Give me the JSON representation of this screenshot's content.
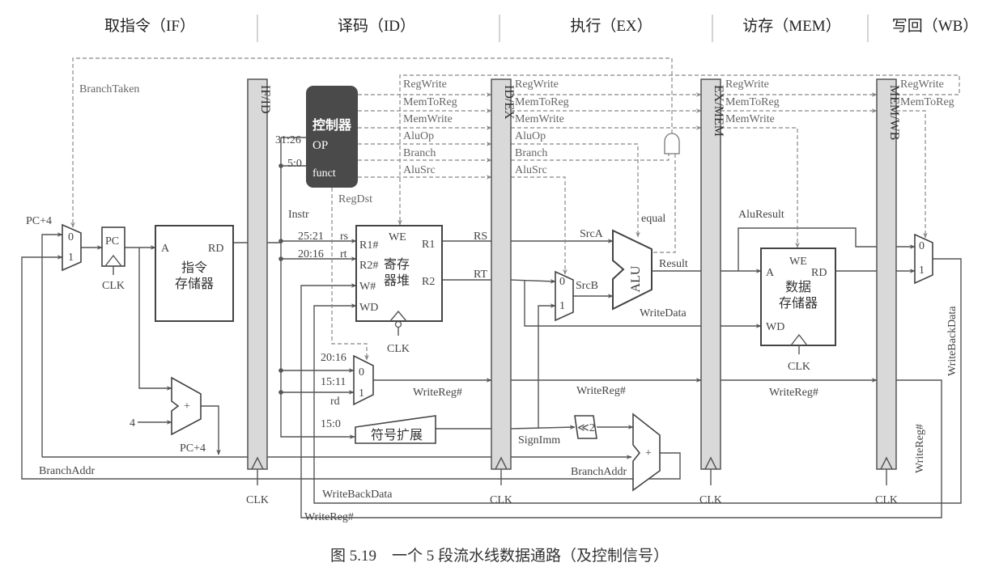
{
  "stages": [
    "取指令（IF）",
    "译码（ID）",
    "执行（EX）",
    "访存（MEM）",
    "写回（WB）"
  ],
  "pipeline_registers": [
    "IF/ID",
    "ID/EX",
    "EX/MEM",
    "MEM/WB"
  ],
  "clk": "CLK",
  "controller": {
    "title": "控制器",
    "op": "OP",
    "funct": "funct",
    "op_bits": "31:26",
    "funct_bits": "5:0"
  },
  "control_signals": {
    "id": [
      "RegWrite",
      "MemToReg",
      "MemWrite",
      "AluOp",
      "Branch",
      "AluSrc"
    ],
    "ex": [
      "RegWrite",
      "MemToReg",
      "MemWrite",
      "AluOp",
      "Branch",
      "AluSrc"
    ],
    "mem": [
      "RegWrite",
      "MemToReg",
      "MemWrite"
    ],
    "wb": [
      "RegWrite",
      "MemToReg"
    ],
    "regdst": "RegDst",
    "branch_taken": "BranchTaken",
    "equal": "equal"
  },
  "fetch": {
    "pc_plus4": "PC+4",
    "pc": "PC",
    "mux0": "0",
    "mux1": "1",
    "imem_a": "A",
    "imem_rd": "RD",
    "imem_name": [
      "指令",
      "存储器"
    ],
    "four": "4",
    "plus": "+",
    "pc_plus4_out": "PC+4",
    "branch_addr": "BranchAddr"
  },
  "decode": {
    "instr": "Instr",
    "f_rs": "25:21",
    "rs": "rs",
    "f_rt": "20:16",
    "rt": "rt",
    "rf_r1n": "R1#",
    "rf_r2n": "R2#",
    "rf_wn": "W#",
    "rf_wd": "WD",
    "rf_we": "WE",
    "rf_r1": "R1",
    "rf_r2": "R2",
    "rf_name": [
      "寄存",
      "器堆"
    ],
    "mux_in0": "20:16",
    "mux_in1": "15:11",
    "rd": "rd",
    "m0": "0",
    "m1": "1",
    "imm_bits": "15:0",
    "sign_ext": "符号扩展",
    "write_reg": "WriteReg#",
    "write_back": "WriteBackData",
    "write_reg_back": "WriteReg#"
  },
  "execute": {
    "rs": "RS",
    "rt": "RT",
    "srca": "SrcA",
    "srcb": "SrcB",
    "alu": "ALU",
    "result": "Result",
    "write_data": "WriteData",
    "sign_imm": "SignImm",
    "shift": "≪2",
    "plus": "+",
    "branch_addr": "BranchAddr",
    "write_reg": "WriteReg#",
    "m0": "0",
    "m1": "1"
  },
  "memory": {
    "alu_result": "AluResult",
    "we": "WE",
    "a": "A",
    "rd": "RD",
    "wd": "WD",
    "name": [
      "数据",
      "存储器"
    ],
    "write_reg": "WriteReg#"
  },
  "writeback": {
    "m0": "0",
    "m1": "1",
    "write_back_data": "WriteBackData",
    "write_reg": "WriteReg#"
  },
  "caption": "图 5.19　一个 5 段流水线数据通路（及控制信号）"
}
